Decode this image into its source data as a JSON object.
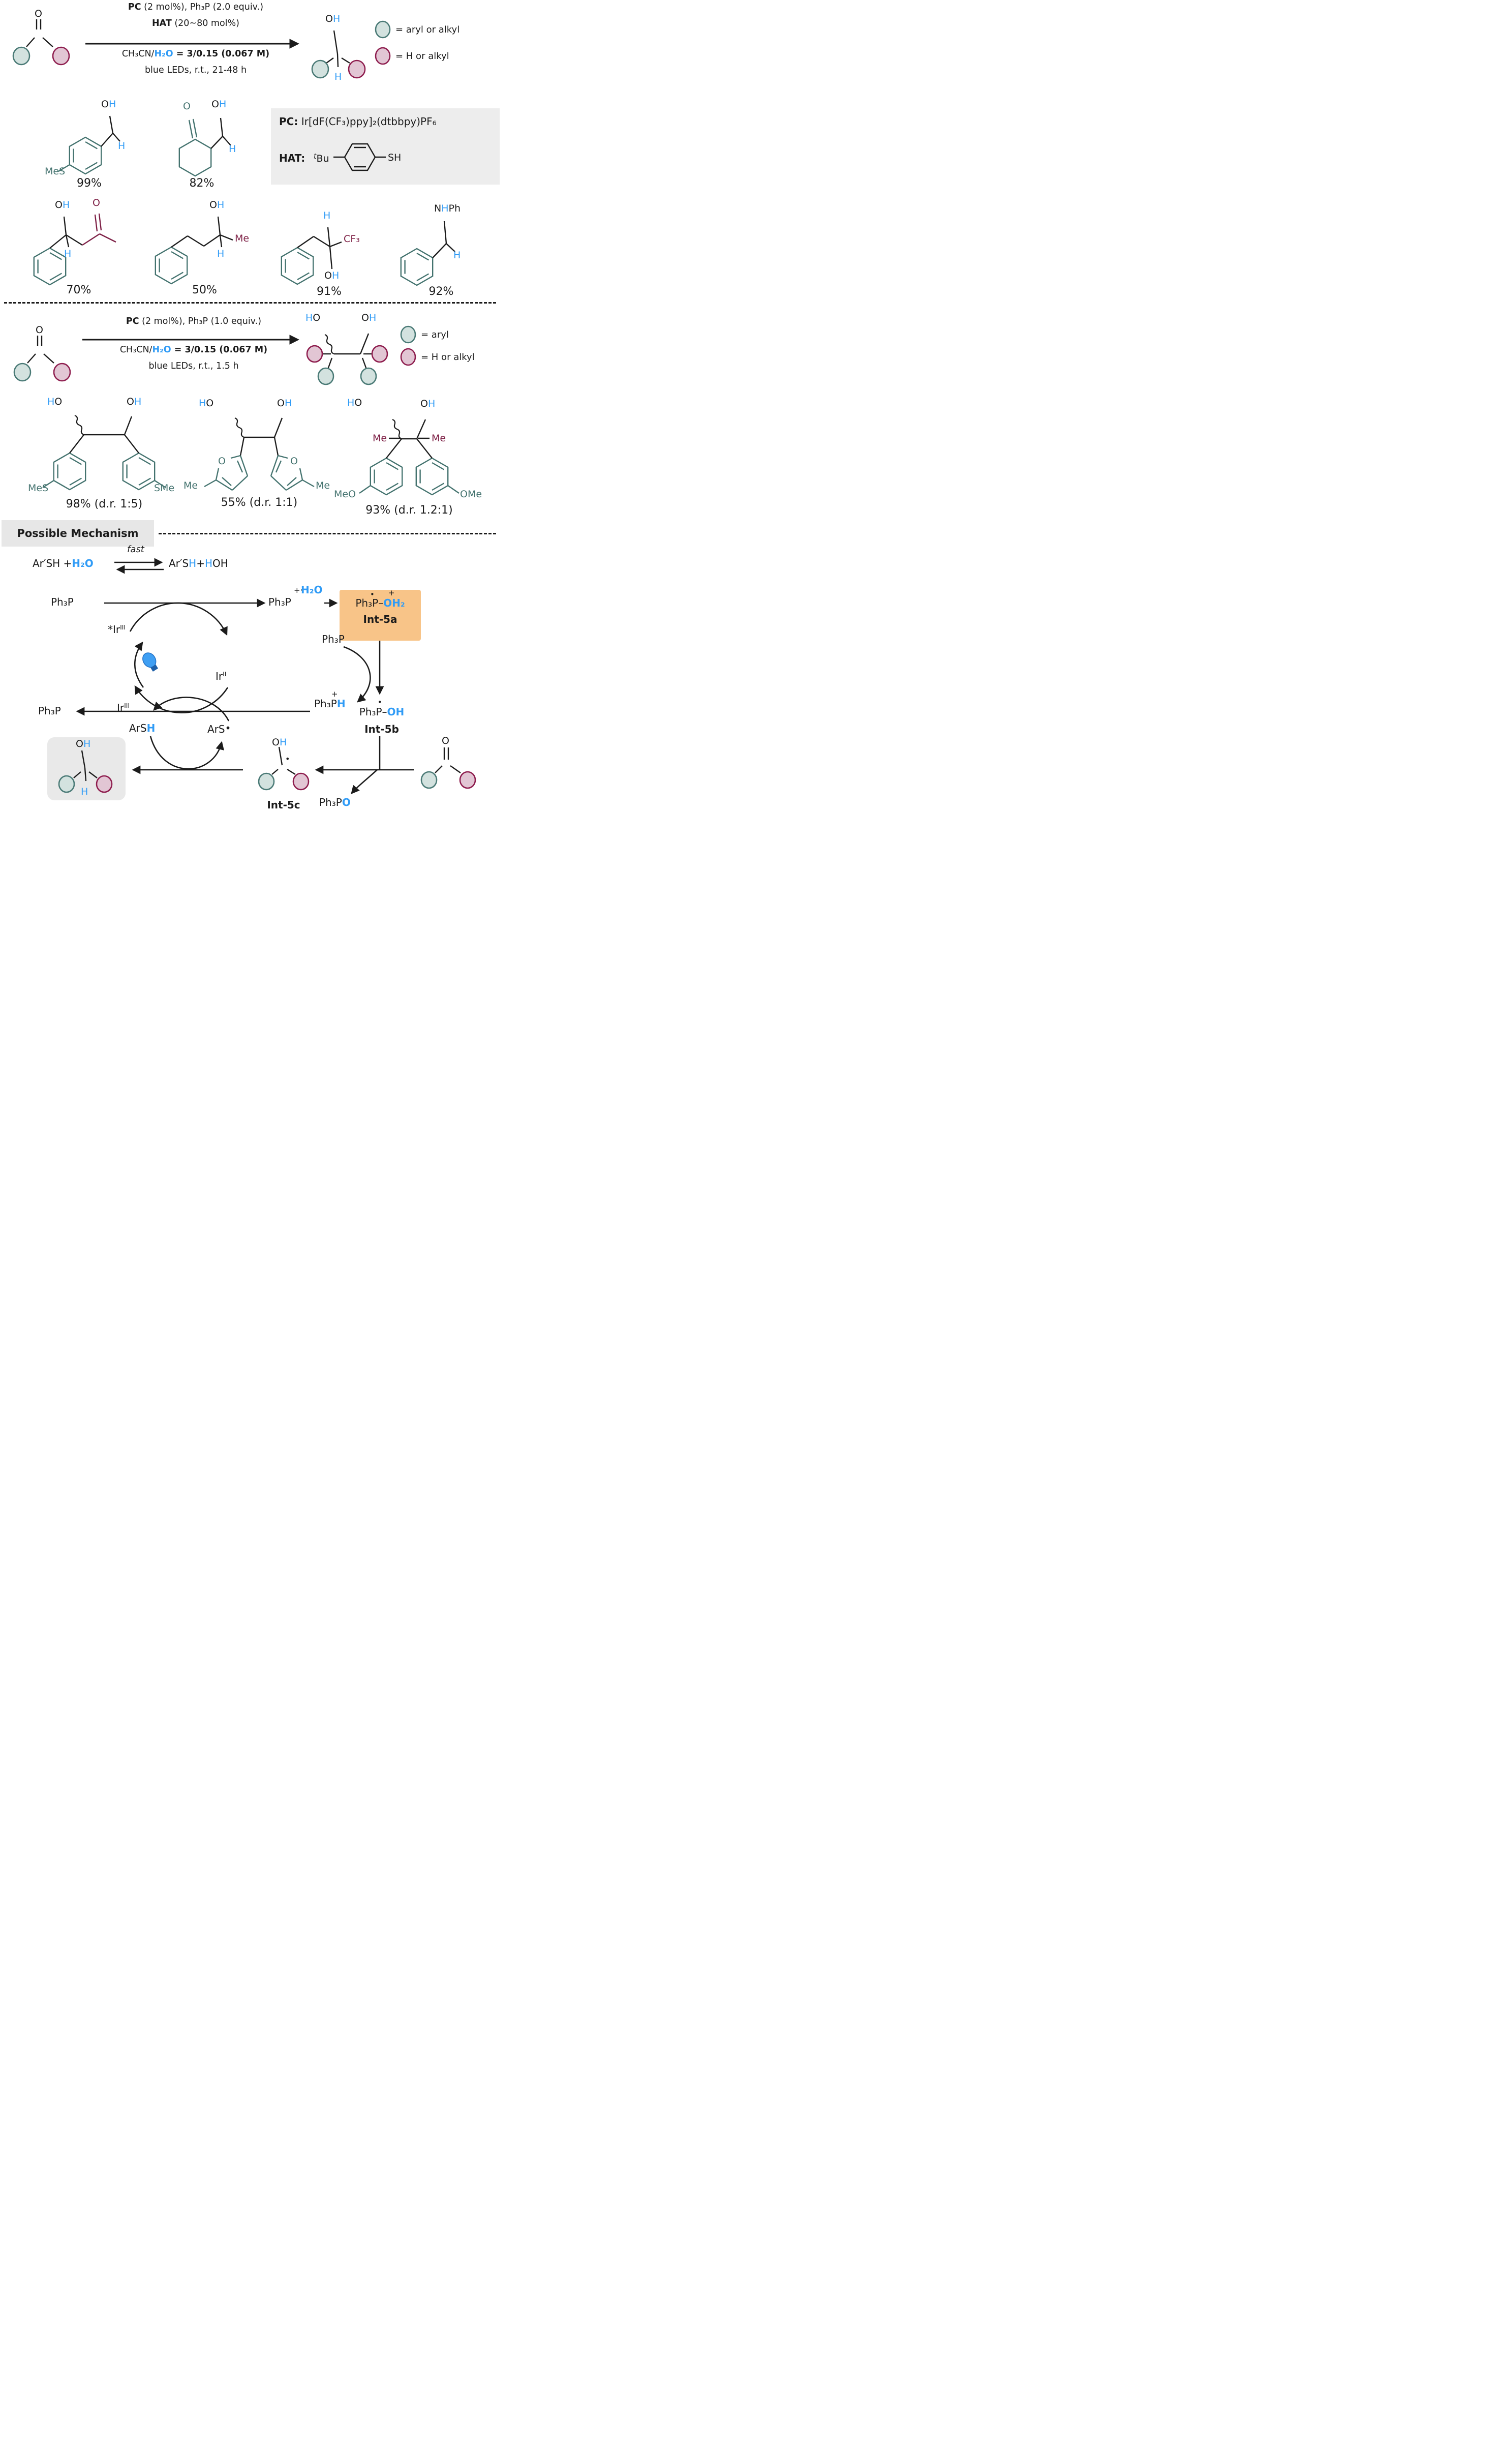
{
  "colors": {
    "blue": "#2f9bf6",
    "teal_line": "#44736f",
    "teal_fill": "#d3e2df",
    "teal_stroke": "#4a7a76",
    "pink_fill": "#e2c6d4",
    "pink_stroke": "#8e1d4e",
    "maroon": "#7d1f45",
    "orange_box": "#f8c488",
    "gray_box": "#ededed"
  },
  "atoms": {
    "o": "O",
    "h": "H",
    "n": "N",
    "ph": "Ph",
    "me": "Me",
    "mes": "MeS",
    "sme": "SMe",
    "meo": "MeO",
    "ome": "OMe",
    "cf3": "CF₃",
    "sh": "SH",
    "dot": "•",
    "plus": "+",
    "ars": "ArS",
    "oh": "OH",
    "oh2": "OH₂"
  },
  "scheme1": {
    "cond": {
      "l1b": "PC",
      "l1r": " (2 mol%), Ph₃P (2.0 equiv.)",
      "l2b": "HAT",
      "l2r": " (20~80 mol%)",
      "l3a": "CH₃CN/",
      "l3b": "H₂O",
      "l3c": " = 3/0.15 (0.067 M)",
      "l4": "blue LEDs, r.t., 21-48 h"
    },
    "legend": [
      {
        "label": "= aryl or alkyl"
      },
      {
        "label": "= H or alkyl"
      }
    ]
  },
  "scheme2": {
    "cond": {
      "l1b": "PC",
      "l1r": " (2 mol%), Ph₃P (1.0 equiv.)",
      "l3a": "CH₃CN/",
      "l3b": "H₂O",
      "l3c": " = 3/0.15 (0.067 M)",
      "l4": "blue LEDs, r.t., 1.5 h"
    },
    "legend": [
      {
        "label": "= aryl"
      },
      {
        "label": "= H or alkyl"
      }
    ]
  },
  "pcbox": {
    "pc_label": "PC:",
    "pc_value": "Ir[dF(CF₃)ppy]₂(dtbbpy)PF₆",
    "hat_label": "HAT:",
    "t": "t",
    "bu": "Bu"
  },
  "yields": {
    "p1": "99%",
    "p2": "82%",
    "p3": "70%",
    "p4": "50%",
    "p5": "91%",
    "p6": "92%",
    "d1": "98% (d.r. 1:5)",
    "d2": "55% (d.r. 1:1)",
    "d3": "93% (d.r. 1.2:1)"
  },
  "mech": {
    "title": "Possible Mechanism",
    "eq_a": "Ar′SH + ",
    "eq_h2o": "H₂O",
    "eq_fast": "fast",
    "eq_b": "Ar′S",
    "eq_plus": " + ",
    "eq_oh": "OH",
    "ph3p": "Ph₃P",
    "rad_cat": "+•",
    "h2o": "H₂O",
    "dash": "–",
    "int5a_label": "Int-5a",
    "int5b_label": "Int-5b",
    "int5c_label": "Int-5c",
    "ir_star": "*Ir",
    "sup_iii": "III",
    "ir": "Ir",
    "sup_ii": "II",
    "ph3po_o": "O"
  }
}
